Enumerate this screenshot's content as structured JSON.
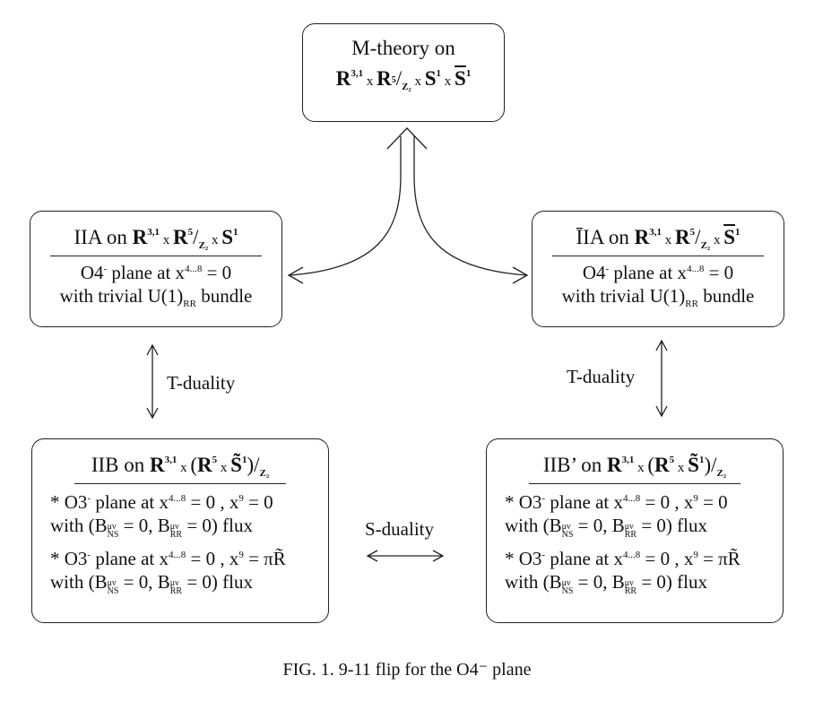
{
  "m_theory": {
    "title": "M-theory on",
    "space": "R^{3,1} × R^5/Z_2 × S^1 × S̄^1"
  },
  "iia": {
    "title": "IIA on R^{3,1} × R^5/Z_2 × S^1",
    "prefix": "IIA on",
    "plane": "O4⁻ plane at x^{4...8} = 0",
    "bundle": "with trivial U(1)_RR bundle"
  },
  "iia_bar": {
    "title": "ĪIA on R^{3,1} × R^5/Z_2 × S̄^1",
    "prefix": "ĪIA on",
    "plane": "O4⁻ plane at x^{4...8} = 0",
    "bundle": "with trivial U(1)_RR bundle"
  },
  "iib": {
    "title": "IIB on R^{3,1} × (R^5 × S̃^1)/Z_2",
    "prefix": "IIB on",
    "plane1": "* O3⁻ plane at x^{4...8} = 0 , x^9 = 0",
    "flux1": "with (B_NS^μν = 0, B_RR^μν = 0) flux",
    "plane2": "* O3⁻ plane at x^{4...8} = 0 , x^9 = πR̃",
    "flux2": "with (B_NS^μν = 0, B_RR^μν = 0) flux"
  },
  "iib_prime": {
    "title": "IIB' on R^{3,1} × (R^5 × S̃^1)/Z_2",
    "prefix": "IIB’ on",
    "plane1": "* O3⁻ plane at x^{4...8} = 0 , x^9 = 0",
    "flux1": "with (B_NS^μν = 0, B_RR^μν = 0) flux",
    "plane2": "* O3⁻ plane at x^{4...8} = 0 , x^9 = πR̃",
    "flux2": "with (B_NS^μν = 0, B_RR^μν = 0) flux"
  },
  "labels": {
    "t_duality_left": "T-duality",
    "t_duality_right": "T-duality",
    "s_duality": "S-duality"
  },
  "caption": "FIG. 1.  9-11 flip for the O4⁻ plane"
}
